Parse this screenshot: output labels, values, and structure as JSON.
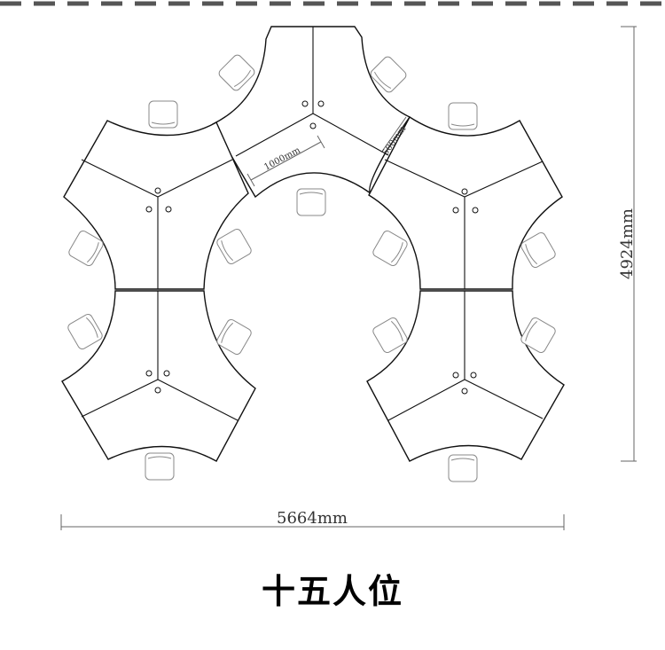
{
  "drawing": {
    "width_dimension": "5664mm",
    "height_dimension": "4924mm",
    "arm_length_label": "1000mm",
    "arm_width_label": "500mm",
    "title": "十五人位",
    "border_color": "#555555",
    "line_color": "#111111",
    "chair_color": "#888888"
  }
}
